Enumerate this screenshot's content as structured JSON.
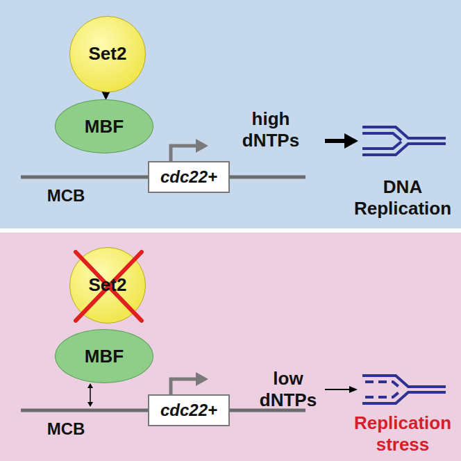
{
  "diagram": {
    "nodes": [
      {
        "text": [
          "Set2"
        ]
      },
      {
        "text": [
          "MBF"
        ]
      },
      {
        "text": [
          "cdc22+"
        ]
      },
      {
        "text": [
          "Set2"
        ]
      },
      {
        "text": [
          "MBF"
        ]
      },
      {
        "text": [
          "cdc22+"
        ]
      }
    ],
    "edges": [
      {
        "from": 0,
        "to": 1,
        "arrow": "to"
      }
    ],
    "labels": [
      "MCB",
      "high dNTPs",
      "DNA Replication",
      "MCB",
      "low dNTPs",
      "Replication stress"
    ]
  }
}
